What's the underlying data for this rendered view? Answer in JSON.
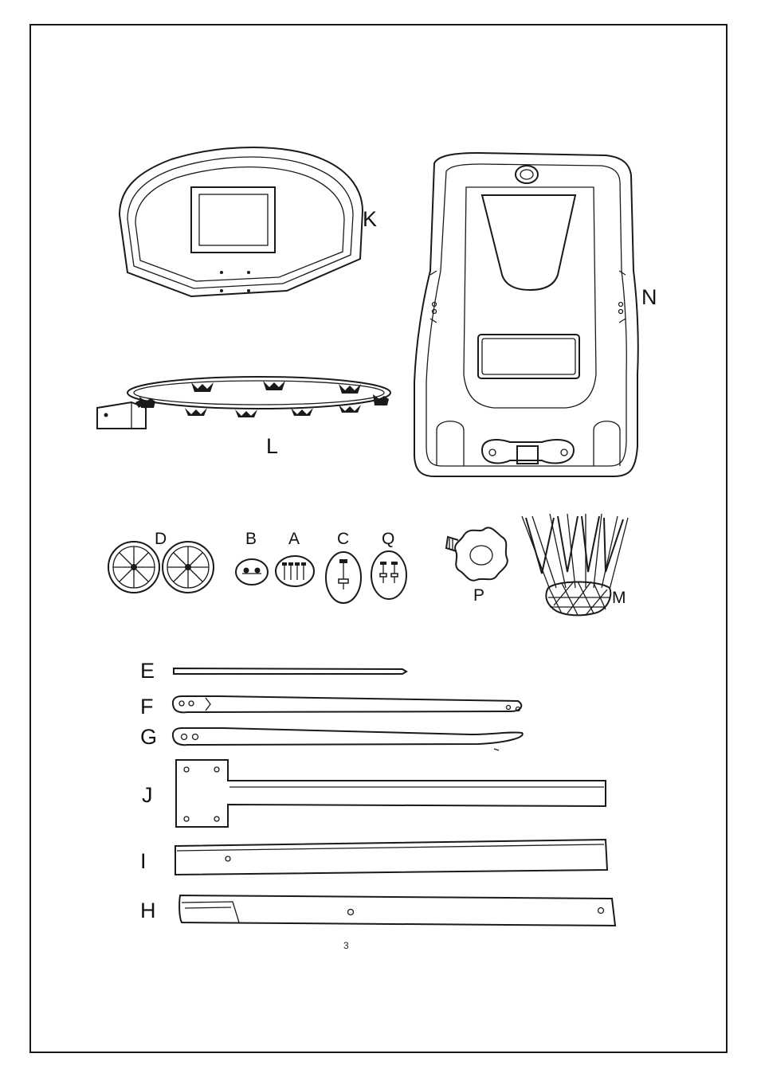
{
  "parts": {
    "K": "K",
    "N": "N",
    "L": "L",
    "D": "D",
    "B": "B",
    "A": "A",
    "C": "C",
    "Q": "Q",
    "P": "P",
    "M": "M",
    "E": "E",
    "F": "F",
    "G": "G",
    "J": "J",
    "I": "I",
    "H": "H"
  },
  "page_number": "3"
}
